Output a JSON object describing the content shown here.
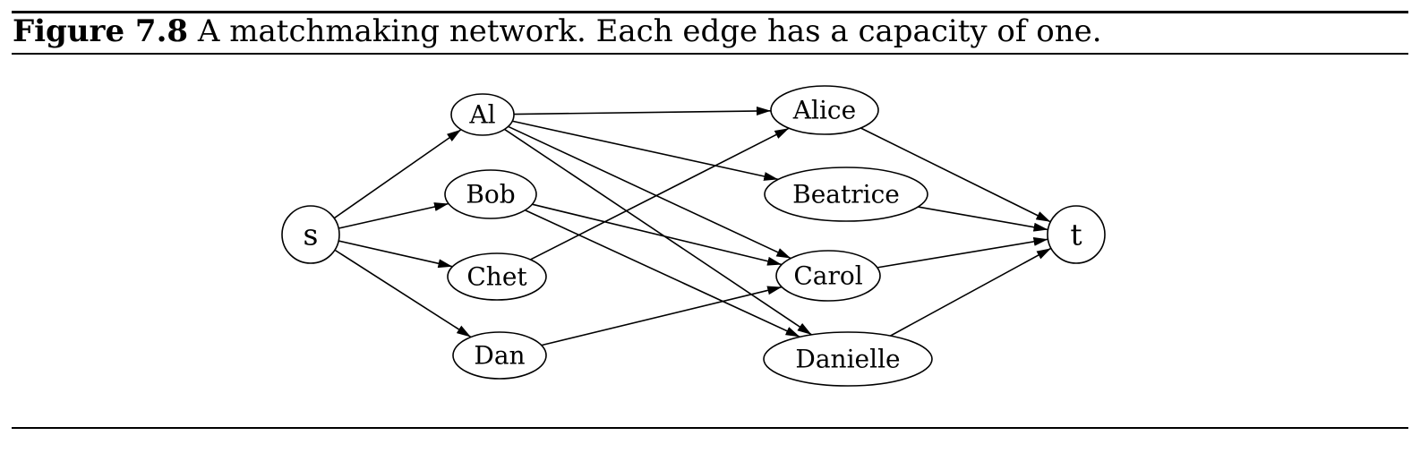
{
  "caption": {
    "label": "Figure 7.8",
    "text": "A matchmaking network. Each edge has a capacity of one."
  },
  "graph": {
    "nodes": [
      {
        "id": "s",
        "label": "s"
      },
      {
        "id": "al",
        "label": "Al"
      },
      {
        "id": "bob",
        "label": "Bob"
      },
      {
        "id": "chet",
        "label": "Chet"
      },
      {
        "id": "dan",
        "label": "Dan"
      },
      {
        "id": "alice",
        "label": "Alice"
      },
      {
        "id": "beatrice",
        "label": "Beatrice"
      },
      {
        "id": "carol",
        "label": "Carol"
      },
      {
        "id": "danielle",
        "label": "Danielle"
      },
      {
        "id": "t",
        "label": "t"
      }
    ],
    "edges": [
      {
        "from": "s",
        "to": "al"
      },
      {
        "from": "s",
        "to": "bob"
      },
      {
        "from": "s",
        "to": "chet"
      },
      {
        "from": "s",
        "to": "dan"
      },
      {
        "from": "al",
        "to": "alice"
      },
      {
        "from": "al",
        "to": "beatrice"
      },
      {
        "from": "al",
        "to": "carol"
      },
      {
        "from": "al",
        "to": "danielle"
      },
      {
        "from": "bob",
        "to": "carol"
      },
      {
        "from": "bob",
        "to": "danielle"
      },
      {
        "from": "chet",
        "to": "alice"
      },
      {
        "from": "dan",
        "to": "carol"
      },
      {
        "from": "alice",
        "to": "t"
      },
      {
        "from": "beatrice",
        "to": "t"
      },
      {
        "from": "carol",
        "to": "t"
      },
      {
        "from": "danielle",
        "to": "t"
      }
    ]
  }
}
